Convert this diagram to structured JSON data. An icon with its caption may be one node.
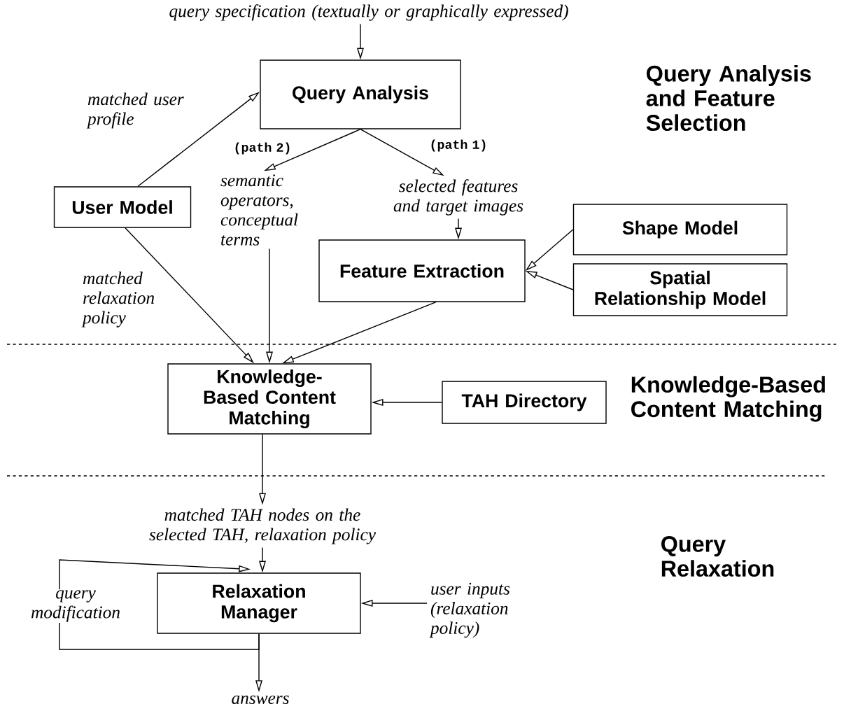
{
  "diagram": {
    "nodes": [
      {
        "text": [
          "query specification (textually or graphically expressed)"
        ]
      },
      {
        "text": [
          "Query Analysis"
        ]
      },
      {
        "text": [
          "User Model"
        ]
      },
      {
        "text": [
          "semantic operators, conceptual terms"
        ]
      },
      {
        "text": [
          "selected features and target images"
        ]
      },
      {
        "text": [
          "Feature Extraction"
        ]
      },
      {
        "text": [
          "Shape Model"
        ]
      },
      {
        "text": [
          "Spatial Relationship Model"
        ]
      },
      {
        "text": [
          "Knowledge-Based Content Matching"
        ]
      },
      {
        "text": [
          "TAH Directory"
        ]
      },
      {
        "text": [
          "matched TAH nodes on the selected TAH, relaxation policy"
        ]
      },
      {
        "text": [
          "Relaxation Manager"
        ]
      },
      {
        "text": [
          "user inputs (relaxation policy)"
        ]
      },
      {
        "text": [
          "answers"
        ]
      }
    ],
    "edges": [
      {
        "from": 0,
        "to": 1,
        "arrow": "to"
      },
      {
        "from": 2,
        "to": 1,
        "arrow": "to",
        "label": "matched user profile"
      },
      {
        "from": 1,
        "to": 3,
        "arrow": "to",
        "label": "(path 2)"
      },
      {
        "from": 1,
        "to": 4,
        "arrow": "to",
        "label": "(path 1)"
      },
      {
        "from": 4,
        "to": 5,
        "arrow": "to"
      },
      {
        "from": 6,
        "to": 5,
        "arrow": "to"
      },
      {
        "from": 7,
        "to": 5,
        "arrow": "to"
      },
      {
        "from": 3,
        "to": 8,
        "arrow": "to"
      },
      {
        "from": 2,
        "to": 8,
        "arrow": "to",
        "label": "matched relaxation policy"
      },
      {
        "from": 5,
        "to": 8,
        "arrow": "to"
      },
      {
        "from": 9,
        "to": 8,
        "arrow": "to"
      },
      {
        "from": 8,
        "to": 10,
        "arrow": "to"
      },
      {
        "from": 10,
        "to": 11,
        "arrow": "to"
      },
      {
        "from": 12,
        "to": 11,
        "arrow": "to"
      },
      {
        "from": 11,
        "to": 13,
        "arrow": "to"
      },
      {
        "from": 11,
        "to": 11,
        "arrow": "to",
        "label": "query modification"
      }
    ],
    "labels": [
      "Query Analysis and Feature Selection",
      "Knowledge-Based Content Matching",
      "Query Relaxation"
    ]
  }
}
